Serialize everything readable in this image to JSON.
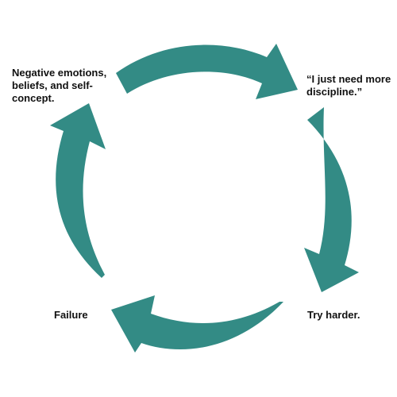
{
  "diagram": {
    "type": "cycle",
    "arrow_color": "#338b85",
    "text_color": "#111111",
    "steps": [
      {
        "label": "Negative emotions, beliefs, and self-concept."
      },
      {
        "label": "“I just need more discipline.”"
      },
      {
        "label": "Try harder."
      },
      {
        "label": "Failure"
      }
    ]
  }
}
